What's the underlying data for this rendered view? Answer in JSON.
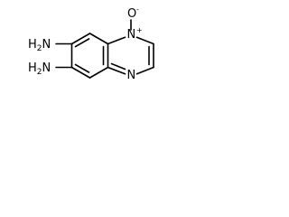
{
  "molecule": {
    "labels": {
      "amine_top": "H2N",
      "amine_bottom": "H2N",
      "n_oxide": "N",
      "n_oxide_charge": "+",
      "oxygen": "O",
      "oxygen_charge": "-",
      "ring_n": "N"
    }
  },
  "colors": {
    "bond": "#000000",
    "text": "#000000",
    "background": "#ffffff"
  }
}
